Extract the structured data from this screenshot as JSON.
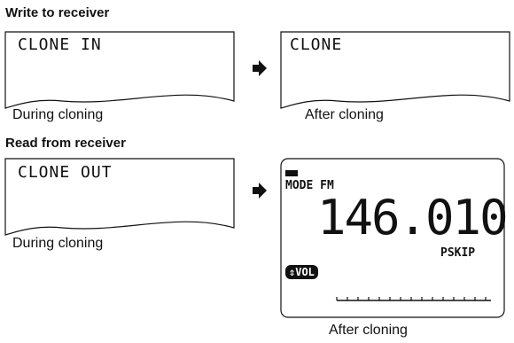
{
  "sections": {
    "write": {
      "heading": "Write to receiver",
      "during_display": "CLONE IN",
      "during_caption": "During cloning",
      "after_display": "CLONE",
      "after_caption": "After cloning"
    },
    "read": {
      "heading": "Read from receiver",
      "during_display": "CLONE OUT",
      "during_caption": "During cloning",
      "after_caption": "After cloning",
      "after_display": {
        "mode_label": "MODE FM",
        "frequency": "146.010",
        "pskip": "PSKIP",
        "vol_label": "⇕VOL"
      }
    }
  }
}
